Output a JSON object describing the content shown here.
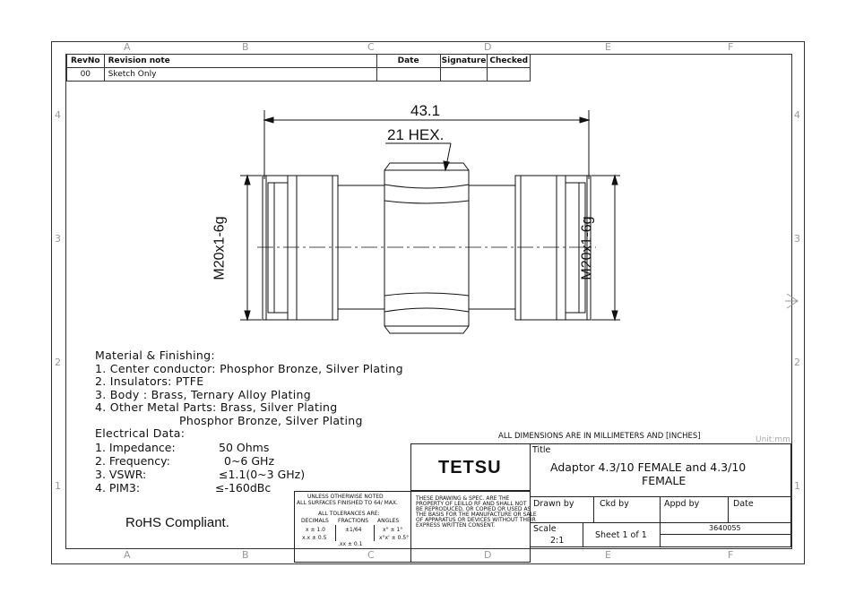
{
  "grid": {
    "columns": [
      "A",
      "B",
      "C",
      "D",
      "E",
      "F"
    ],
    "rows_left": [
      "4",
      "3",
      "2",
      "1"
    ],
    "rows_right": [
      "4",
      "3",
      "2",
      "1"
    ]
  },
  "revision_table": {
    "headers": {
      "rev": "RevNo",
      "note": "Revision note",
      "date": "Date",
      "signature": "Signature",
      "checked": "Checked"
    },
    "rows": [
      {
        "rev": "00",
        "note": "Sketch Only",
        "date": "",
        "signature": "",
        "checked": ""
      }
    ]
  },
  "drawing": {
    "overall_length": "43.1",
    "hex_label": "21 HEX.",
    "thread_left": "M20x1-6g",
    "thread_right": "M20x1-6g"
  },
  "material": {
    "heading": "Material & Finishing:",
    "lines": [
      "1. Center conductor: Phosphor Bronze, Silver Plating",
      "2. Insulators: PTFE",
      "3. Body : Brass, Ternary Alloy Plating",
      "4. Other Metal Parts: Brass, Silver Plating",
      "                      Phosphor Bronze, Silver Plating"
    ]
  },
  "electrical": {
    "heading": "Electrical Data:",
    "items": [
      {
        "label": "1. Impedance:",
        "value": "50 Ohms"
      },
      {
        "label": "2. Frequency:",
        "value": "0~6 GHz"
      },
      {
        "label": "3. VSWR:",
        "value": "≤1.1(0~3 GHz)"
      },
      {
        "label": "4. PIM3:",
        "value": "≤-160dBc"
      }
    ]
  },
  "rohs": "RoHS Compliant.",
  "units_note": "ALL DIMENSIONS ARE IN MILLIMETERS AND [INCHES]",
  "unit_label": "Unit:mm",
  "title_block": {
    "company": "TETSU",
    "title_label": "Title",
    "title_line1": "Adaptor 4.3/10 FEMALE and 4.3/10",
    "title_line2": "FEMALE",
    "drawn_by": "Drawn by",
    "ckd_by": "Ckd by",
    "appd_by": "Appd by",
    "date": "Date",
    "scale_label": "Scale",
    "scale_value": "2:1",
    "sheet": "Sheet 1 of 1",
    "part_no": "3640055",
    "property_note": [
      "THESE DRAWING & SPEC. ARE THE",
      "PROPERTY OF LEILLO RF AND SHALL NOT",
      "BE REPRODUCED, OR COPIED OR USED AS",
      "THE BASIS FOR THE MANUFACTURE OR SALE",
      "OF APPARATUS OR DEVICES WITHOUT THEIR",
      "EXPRESS WRITTEN CONSENT."
    ],
    "tolerance_header": [
      "UNLESS OTHERWISE NOTED",
      "ALL SURFACES FINISHED TO 64/ MAX.",
      "ALL TOLERANCES ARE:"
    ],
    "tol_decimals": "DECIMALS",
    "tol_fractions": "FRACTIONS",
    "tol_angles": "ANGLES",
    "tol_d1": "x ± 1.0",
    "tol_d2": "x.x ± 0.5",
    "tol_d3": ".xx ± 0.1",
    "tol_f1": "±1/64",
    "tol_a1": "x° ± 1°",
    "tol_a2": "x°x' ± 0.5°"
  }
}
